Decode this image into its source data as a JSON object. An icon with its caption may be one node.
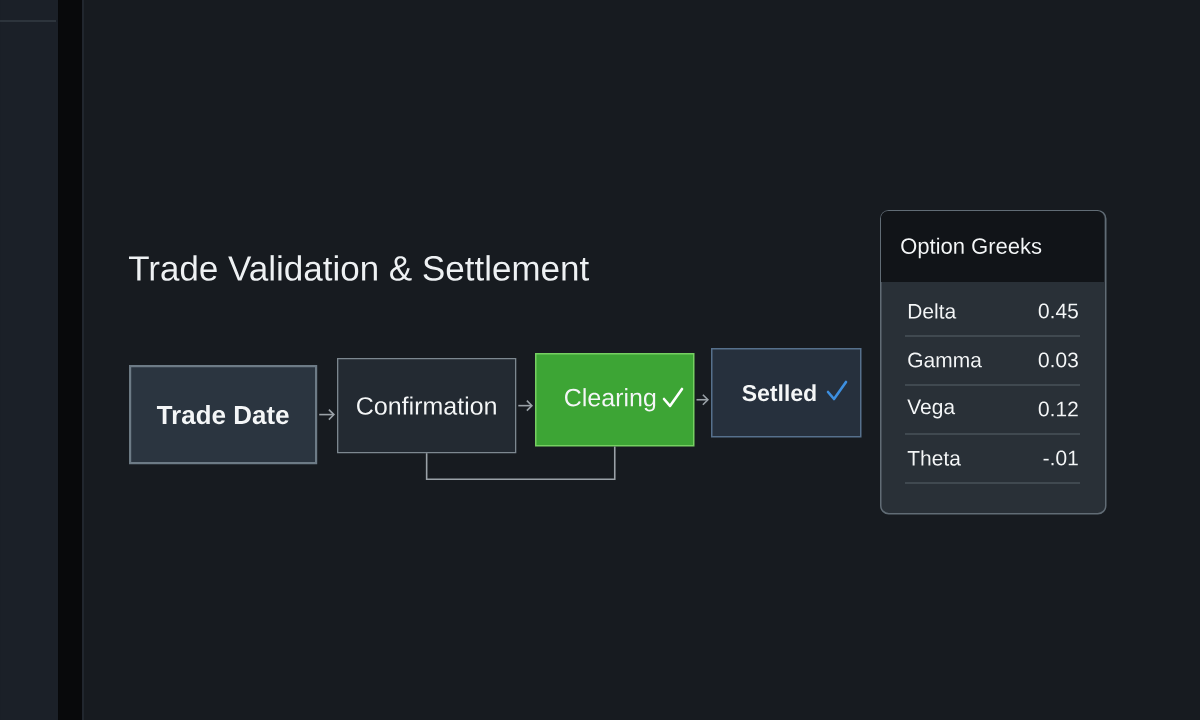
{
  "diagram": {
    "title": "Trade Validation & Settlement",
    "nodes": [
      {
        "text": [
          "Trade Date"
        ]
      },
      {
        "text": [
          "Confirmation"
        ]
      },
      {
        "text": [
          "Clearing"
        ]
      },
      {
        "text": [
          "Setlled"
        ]
      },
      {
        "text": [
          "Option Greeks"
        ]
      }
    ],
    "edges": [
      {
        "from": 0,
        "to": 1,
        "arrow": "to"
      },
      {
        "from": 1,
        "to": 2,
        "arrow": "to"
      },
      {
        "from": 2,
        "to": 3,
        "arrow": "to"
      },
      {
        "from": 1,
        "to": 2,
        "arrow": "none"
      }
    ],
    "labels": [
      "Delta",
      "0.45",
      "Gamma",
      "0.03",
      "Vega",
      "0.12",
      "Theta",
      "-.01"
    ]
  }
}
